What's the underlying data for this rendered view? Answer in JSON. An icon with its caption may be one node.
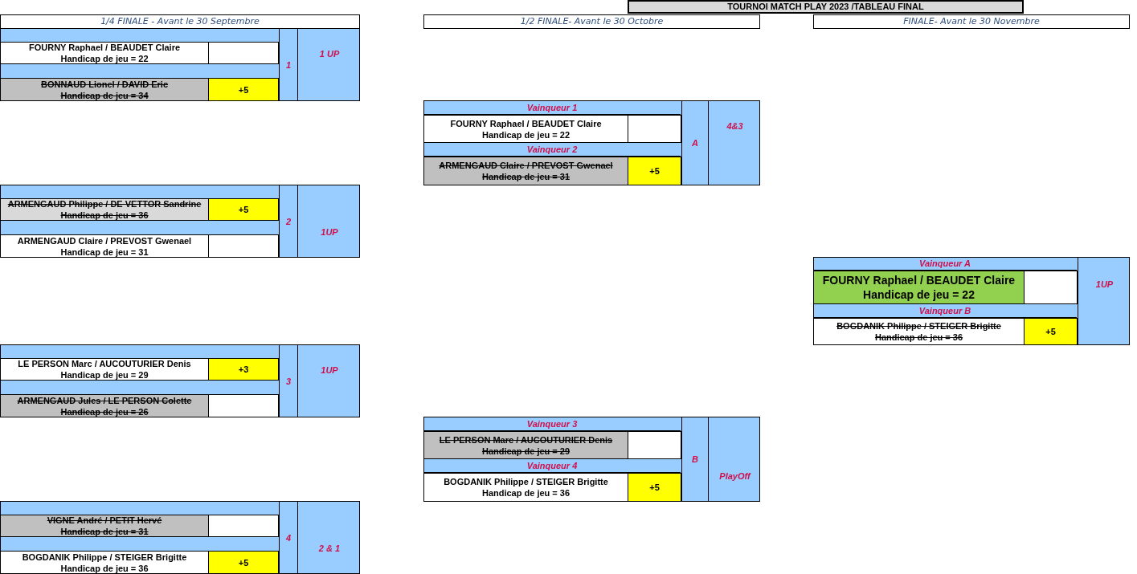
{
  "diagram": {
    "title": "TOURNOI MATCH PLAY 2023 /TABLEAU FINAL",
    "nodes": [
      {
        "text": [
          "1/4 FINALE - Avant le 30 Septembre"
        ]
      },
      {
        "text": [
          "1/2 FINALE- Avant le 30 Octobre"
        ]
      },
      {
        "text": [
          "FINALE- Avant le 30 Novembre"
        ]
      },
      {
        "text": [
          "1",
          "1 UP"
        ]
      },
      {
        "text": [
          "FOURNY Raphael / BEAUDET Claire",
          "Handicap de jeu = 22"
        ],
        "in": 3
      },
      {
        "text": [],
        "shape": "box",
        "in": 3
      },
      {
        "text": [
          "BONNAUD Lionel / DAVID Eric",
          "Handicap de jeu = 34"
        ],
        "in": 3
      },
      {
        "text": [
          "+5"
        ],
        "in": 3
      },
      {
        "text": [
          "A",
          "4&3"
        ]
      },
      {
        "text": [
          "Vainqueur 1"
        ],
        "in": 8
      },
      {
        "text": [
          "FOURNY Raphael / BEAUDET Claire",
          "Handicap de jeu = 22"
        ],
        "in": 8
      },
      {
        "text": [],
        "shape": "box",
        "in": 8
      },
      {
        "text": [
          "Vainqueur 2"
        ],
        "in": 8
      },
      {
        "text": [
          "ARMENGAUD Claire / PREVOST Gwenael",
          "Handicap de jeu = 31"
        ],
        "in": 8
      },
      {
        "text": [
          "+5"
        ],
        "in": 8
      },
      {
        "text": [
          "2",
          "1UP"
        ]
      },
      {
        "text": [
          "ARMENGAUD Philippe / DE VETTOR Sandrine",
          "Handicap de jeu = 36"
        ],
        "in": 15
      },
      {
        "text": [
          "+5"
        ],
        "in": 15
      },
      {
        "text": [
          "ARMENGAUD Claire / PREVOST Gwenael",
          "Handicap de jeu = 31"
        ],
        "in": 15
      },
      {
        "text": [],
        "shape": "box",
        "in": 15
      },
      {
        "text": [
          "1UP"
        ]
      },
      {
        "text": [
          "Vainqueur A"
        ],
        "in": 20
      },
      {
        "text": [
          "FOURNY Raphael / BEAUDET Claire",
          "Handicap de jeu = 22"
        ],
        "in": 20
      },
      {
        "text": [],
        "shape": "box",
        "in": 20
      },
      {
        "text": [
          "Vainqueur B"
        ],
        "in": 20
      },
      {
        "text": [
          "BOGDANIK Philippe / STEIGER Brigitte",
          "Handicap de jeu = 36"
        ],
        "in": 20
      },
      {
        "text": [
          "+5"
        ],
        "in": 20
      },
      {
        "text": [
          "3",
          "1UP"
        ]
      },
      {
        "text": [
          "LE PERSON Marc / AUCOUTURIER Denis",
          "Handicap de jeu = 29"
        ],
        "in": 27
      },
      {
        "text": [
          "+3"
        ],
        "in": 27
      },
      {
        "text": [
          "ARMENGAUD Jules / LE PERSON Colette",
          "Handicap de jeu = 26"
        ],
        "in": 27
      },
      {
        "text": [],
        "shape": "box",
        "in": 27
      },
      {
        "text": [
          "B",
          "PlayOff"
        ]
      },
      {
        "text": [
          "Vainqueur 3"
        ],
        "in": 32
      },
      {
        "text": [
          "LE PERSON Marc / AUCOUTURIER Denis",
          "Handicap de jeu = 29"
        ],
        "in": 32
      },
      {
        "text": [],
        "shape": "box",
        "in": 32
      },
      {
        "text": [
          "Vainqueur 4"
        ],
        "in": 32
      },
      {
        "text": [
          "BOGDANIK Philippe / STEIGER Brigitte",
          "Handicap de jeu = 36"
        ],
        "in": 32
      },
      {
        "text": [
          "+5"
        ],
        "in": 32
      },
      {
        "text": [
          "4",
          "2 & 1"
        ]
      },
      {
        "text": [
          "VIGNE André / PETIT Hervé",
          "Handicap de jeu = 31"
        ],
        "in": 39
      },
      {
        "text": [],
        "shape": "box",
        "in": 39
      },
      {
        "text": [
          "BOGDANIK Philippe / STEIGER Brigitte",
          "Handicap de jeu = 36"
        ],
        "in": 39
      },
      {
        "text": [
          "+5"
        ],
        "in": 39
      }
    ]
  }
}
